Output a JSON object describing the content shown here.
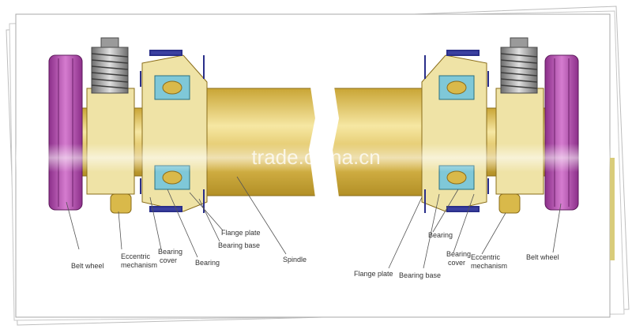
{
  "watermark": "trade.china.cn",
  "colors": {
    "shaft": "#d9b94a",
    "shaft_light": "#f3e39c",
    "pulley": "#b04aa8",
    "spring": "#8a8a8a",
    "bearing": "#7fc8d8",
    "bolt": "#2a2f8a",
    "housing": "#efe3a6"
  },
  "labels": {
    "belt_wheel_left": "Belt wheel",
    "eccentric_left_1": "Eccentric",
    "eccentric_left_2": "mechanism",
    "bearing_cover_left_1": "Bearing",
    "bearing_cover_left_2": "cover",
    "bearing_left": "Bearing",
    "flange_plate_left": "Flange plate",
    "bearing_base_left": "Bearing base",
    "spindle": "Spindle",
    "flange_plate_right": "Flange plate",
    "bearing_base_right": "Bearing base",
    "bearing_right": "Bearing",
    "bearing_cover_right_1": "Bearing",
    "bearing_cover_right_2": "cover",
    "eccentric_right_1": "Eccentric",
    "eccentric_right_2": "mechanism",
    "belt_wheel_right": "Belt wheel"
  }
}
